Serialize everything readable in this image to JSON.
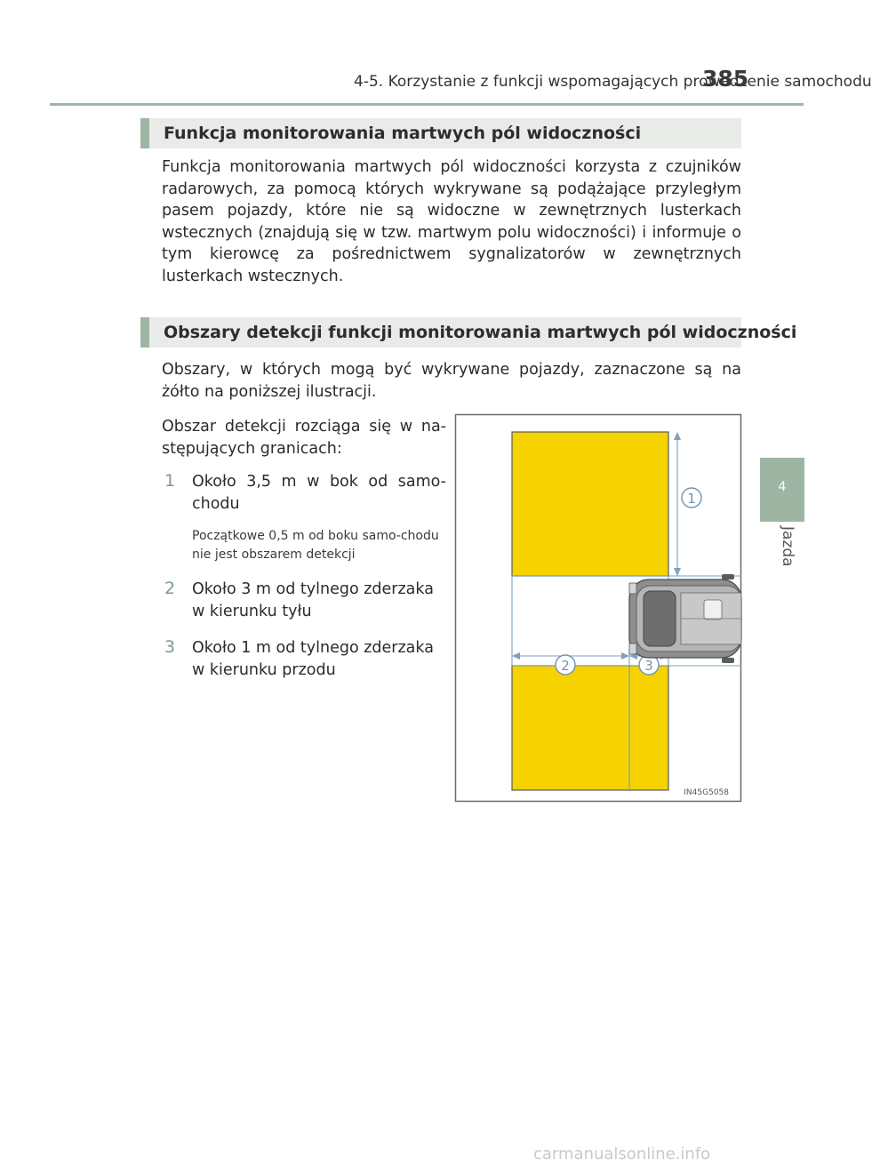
{
  "header": {
    "title": "4-5. Korzystanie z funkcji wspomagających prowadzenie samochodu",
    "page_number": "385"
  },
  "side_tab": {
    "chapter_number": "4",
    "chapter_label": "Jazda"
  },
  "section1": {
    "heading": "Funkcja monitorowania martwych pól widoczności",
    "paragraph": "Funkcja monitorowania martwych pól widoczności korzysta z czujników radarowych, za pomocą których wykrywane są podążające przyległym pasem pojazdy, które nie są widoczne w zewnętrznych lusterkach wstecznych (znajdują się w tzw. martwym polu widoczności) i informuje o tym kierowcę za pośrednictwem sygnalizatorów w zewnętrznych lusterkach wstecznych."
  },
  "section2": {
    "heading": "Obszary detekcji funkcji monitorowania martwych pól widoczności",
    "paragraph": "Obszary, w których mogą być wykrywane pojazdy, zaznaczone są na żółto na poniższej ilustracji.",
    "intro": "Obszar detekcji rozciąga się w na-stępujących granicach:",
    "items": [
      {
        "marker": "1",
        "text": "Około 3,5 m w bok od samo-chodu"
      },
      {
        "marker": "2",
        "text": "Około 3 m od tylnego zderzaka w kierunku tyłu"
      },
      {
        "marker": "3",
        "text": "Około 1 m od tylnego zderzaka w kierunku przodu"
      }
    ],
    "note": "Początkowe 0,5 m od boku samo-chodu nie jest obszarem detekcji"
  },
  "diagram": {
    "callouts": [
      "1",
      "2",
      "3"
    ],
    "code": "IN45G5058",
    "detection_color": "#f5d200"
  },
  "watermark": "carmanualsonline.info",
  "colors": {
    "accent": "#9fb5a4",
    "marker": "#7c9c86",
    "section_bg": "#e8ebe8"
  }
}
